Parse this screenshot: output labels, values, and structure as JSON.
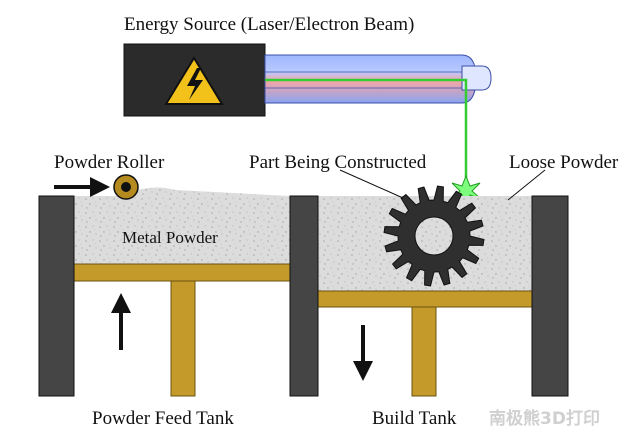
{
  "labels": {
    "energy_source": "Energy Source (Laser/Electron Beam)",
    "powder_roller": "Powder Roller",
    "part_being_constructed": "Part Being Constructed",
    "loose_powder": "Loose Powder",
    "metal_powder": "Metal Powder",
    "powder_feed_tank": "Powder Feed Tank",
    "build_tank": "Build Tank"
  },
  "watermark": "南极熊3D打印",
  "colors": {
    "frame": "#454545",
    "powder": "#dcdcdc",
    "platform": "#c49a2a",
    "beam": "#33cc33",
    "gear": "#2f2f2f",
    "warning": "#f2c21b",
    "roller": "#b58a1e"
  }
}
